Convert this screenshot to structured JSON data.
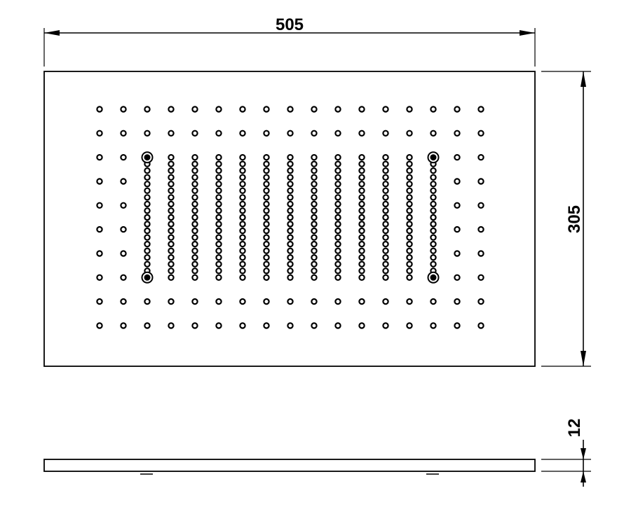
{
  "dimensions": {
    "width_label": "505",
    "height_label": "305",
    "thickness_label": "12"
  },
  "colors": {
    "line": "#000000",
    "background": "#ffffff"
  },
  "nozzle_grid": {
    "outer_columns": 17,
    "outer_rows": 10,
    "inner_columns": 13,
    "inner_rows": 19
  },
  "fixing_points": 4
}
